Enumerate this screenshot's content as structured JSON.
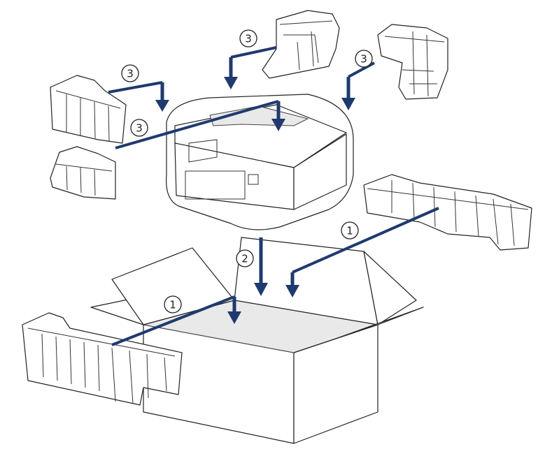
{
  "colors": {
    "accent": "#1f3a6e",
    "outline": "#222222",
    "background": "#ffffff"
  },
  "callouts": [
    {
      "id": "c3a",
      "label": "3"
    },
    {
      "id": "c3b",
      "label": "3"
    },
    {
      "id": "c3c",
      "label": "3"
    },
    {
      "id": "c3d",
      "label": "3"
    },
    {
      "id": "c2",
      "label": "2"
    },
    {
      "id": "c1a",
      "label": "1"
    },
    {
      "id": "c1b",
      "label": "1"
    }
  ],
  "icons": {
    "printer": "printer-icon",
    "box": "shipping-box-icon",
    "foam": "packing-foam-icon",
    "arrow": "down-arrow-icon"
  }
}
